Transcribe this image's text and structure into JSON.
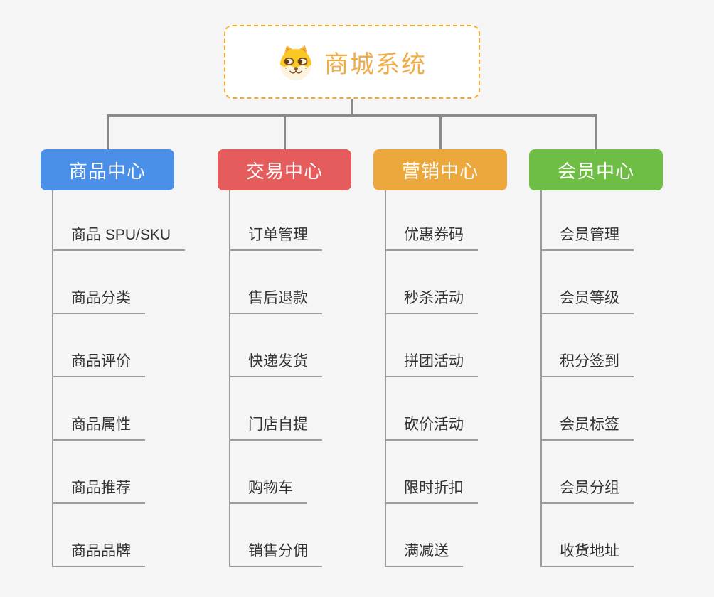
{
  "page": {
    "background_color": "#f5f5f5",
    "connector_color": "#8a8a8a",
    "leaf_line_color": "#9b9b9b",
    "leaf_text_color": "#333333"
  },
  "root": {
    "label": "商城系统",
    "icon": "doge-icon",
    "text_color": "#f0ac48",
    "border_color": "#f7a925",
    "background_color": "#ffffff"
  },
  "columns": [
    {
      "label": "商品中心",
      "color": "#4a90e8",
      "text_color": "#ffffff",
      "items": [
        "商品 SPU/SKU",
        "商品分类",
        "商品评价",
        "商品属性",
        "商品推荐",
        "商品品牌"
      ]
    },
    {
      "label": "交易中心",
      "color": "#e45c5c",
      "text_color": "#ffffff",
      "items": [
        "订单管理",
        "售后退款",
        "快递发货",
        "门店自提",
        "购物车",
        "销售分佣"
      ]
    },
    {
      "label": "营销中心",
      "color": "#eca83d",
      "text_color": "#ffffff",
      "items": [
        "优惠券码",
        "秒杀活动",
        "拼团活动",
        "砍价活动",
        "限时折扣",
        "满减送"
      ]
    },
    {
      "label": "会员中心",
      "color": "#6ebe45",
      "text_color": "#ffffff",
      "items": [
        "会员管理",
        "会员等级",
        "积分签到",
        "会员标签",
        "会员分组",
        "收货地址"
      ]
    }
  ]
}
